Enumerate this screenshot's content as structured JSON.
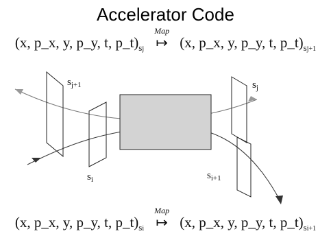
{
  "title": "Accelerator Code",
  "equations": {
    "top": {
      "lhs": "(x, p_x, y, p_y, t, p_t)",
      "lhs_sub": "s",
      "lhs_sub2": "j",
      "map": "Map",
      "rhs": "(x, p_x, y, p_y, t, p_t)",
      "rhs_sub": "s",
      "rhs_sub2": "j+1"
    },
    "bottom": {
      "lhs": "(x, p_x, y, p_y, t, p_t)",
      "lhs_sub": "s",
      "lhs_sub2": "i",
      "map": "Map",
      "rhs": "(x, p_x, y, p_y, t, p_t)",
      "rhs_sub": "s",
      "rhs_sub2": "i+1"
    }
  },
  "planes": {
    "sj1": "s",
    "sj1_sub": "j+1",
    "si": "s",
    "si_sub": "i",
    "sj": "s",
    "sj_sub": "j",
    "si1": "s",
    "si1_sub": "i+1"
  },
  "colors": {
    "element_fill": "#d3d3d3",
    "stroke": "#222222",
    "grey_arrow": "#999999"
  }
}
